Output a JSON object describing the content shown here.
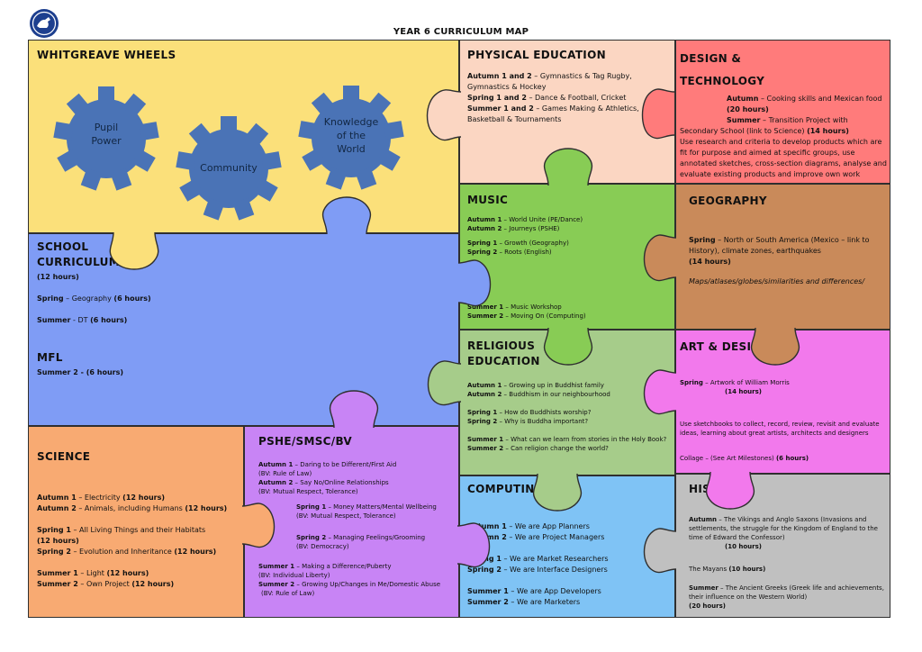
{
  "title": "YEAR 6 CURRICULUM MAP",
  "wheels": {
    "heading": "WHITGREAVE WHEELS",
    "gear1_line1": "Pupil",
    "gear1_line2": "Power",
    "gear2": "Community",
    "gear3_line1": "Knowledge",
    "gear3_line2": "of the",
    "gear3_line3": "World"
  },
  "pe": {
    "heading": "PHYSICAL EDUCATION",
    "l1_term": "Autumn 1 and 2",
    "l1_text": " – Gymnastics & Tag Rugby, Gymnastics & Hockey",
    "l2_term": "Spring 1 and 2",
    "l2_text": " – Dance & Football, Cricket",
    "l3_term": "Summer 1 and 2",
    "l3_text": " – Games Making & Athletics, Basketball & Tournaments"
  },
  "dt": {
    "heading1": "DESIGN &",
    "heading2": "TECHNOLOGY",
    "l1_term": "Autumn",
    "l1_text": " – Cooking skills and Mexican food",
    "l1_hours": "(20 hours)",
    "l2_term": "Summer",
    "l2_text": " – Transition Project with Secondary School (link to Science) ",
    "l2_hours": "(14 hours)",
    "l3_text": "Use research and criteria to develop products which are fit for purpose and aimed at specific groups, use annotated sketches, cross-section diagrams, analyse and evaluate existing products and improve own work"
  },
  "school": {
    "heading1": "SCHOOL",
    "heading2": "CURRICULUM",
    "hours": "(12 hours)",
    "spring_term": "Spring",
    "spring_text": " – Geography ",
    "spring_hours": "(6 hours)",
    "summer_term": "Summer",
    "summer_text": " - DT ",
    "summer_hours": "(6 hours)",
    "mfl_heading": "MFL",
    "mfl_text": "Summer 2 - (6 hours)"
  },
  "music": {
    "heading": "MUSIC",
    "a1_term": "Autumn 1",
    "a1_text": " – World Unite (PE/Dance)",
    "a2_term": "Autumn 2",
    "a2_text": " – Journeys (PSHE)",
    "s1_term": "Spring 1",
    "s1_text": " – Growth (Geography)",
    "s2_term": "Spring 2",
    "s2_text": " – Roots (English)",
    "su1_term": "Summer 1",
    "su1_text": " – Music Workshop",
    "su2_term": "Summer 2",
    "su2_text": " – Moving On (Computing)"
  },
  "geography": {
    "heading": "GEOGRAPHY",
    "term": "Spring",
    "text": " – North or South America (Mexico – link to History), climate zones, earthquakes",
    "hours": "(14 hours)",
    "note": "Maps/atlases/globes/similarities and differences/"
  },
  "re": {
    "heading1": "RELIGIOUS",
    "heading2": "EDUCATION",
    "a1_term": "Autumn 1",
    "a1_text": " – Growing up in Buddhist family",
    "a2_term": "Autumn 2",
    "a2_text": " – Buddhism in our neighbourhood",
    "s1_term": "Spring 1",
    "s1_text": " – How do Buddhists worship?",
    "s2_term": "Spring 2",
    "s2_text": " – Why is Buddha important?",
    "su1_term": "Summer 1",
    "su1_text": " – What can we learn from stories in the Holy Book?",
    "su2_term": "Summer 2",
    "su2_text": " – Can religion change the world?"
  },
  "art": {
    "heading": "ART & DESIGN",
    "term": "Spring",
    "text": " – Artwork of William Morris",
    "hours": "(14 hours)",
    "desc": "Use sketchbooks to collect, record, review, revisit and evaluate ideas, learning about great artists, architects and designers",
    "collage_text": "Collage – (See Art Milestones) ",
    "collage_hours": "(6 hours)"
  },
  "science": {
    "heading": "SCIENCE",
    "a1_term": "Autumn 1",
    "a1_text": " – Electricity ",
    "a1_hours": "(12 hours)",
    "a2_term": "Autumn 2",
    "a2_text": " – Animals, including Humans ",
    "a2_hours": "(12 hours)",
    "s1_term": "Spring 1",
    "s1_text": " – All Living Things and their Habitats",
    "s1_hours": "(12 hours)",
    "s2_term": "Spring 2",
    "s2_text": " – Evolution and Inheritance ",
    "s2_hours": "(12 hours)",
    "su1_term": "Summer 1",
    "su1_text": " – Light ",
    "su1_hours": "(12 hours)",
    "su2_term": "Summer 2",
    "su2_text": " – Own Project ",
    "su2_hours": "(12 hours)"
  },
  "pshe": {
    "heading": "PSHE/SMSC/BV",
    "a1_term": "Autumn 1",
    "a1_text": " – Daring to be Different/First Aid",
    "a1_bv": "(BV: Rule of Law)",
    "a2_term": "Autumn 2",
    "a2_text": " – Say No/Online Relationships",
    "a2_bv": "(BV: Mutual Respect, Tolerance)",
    "s1_term": "Spring 1",
    "s1_text": " – Money Matters/Mental Wellbeing",
    "s1_bv": "(BV: Mutual Respect, Tolerance)",
    "s2_term": "Spring 2",
    "s2_text": " – Managing Feelings/Grooming",
    "s2_bv": "(BV: Democracy)",
    "su1_term": "Summer 1",
    "su1_text": " – Making a Difference/Puberty",
    "su1_bv": "(BV: Individual Liberty)",
    "su2_term": "Summer 2",
    "su2_text": " – Growing Up/Changes in Me/Domestic Abuse",
    "su2_bv": "(BV: Rule of Law)"
  },
  "computing": {
    "heading": "COMPUTING",
    "a1_term": "Autumn 1",
    "a1_text": " – We are App Planners",
    "a2_term": "Autumn 2",
    "a2_text": " – We are Project Managers",
    "s1_term": "Spring 1",
    "s1_text": " – We are Market Researchers",
    "s2_term": "Spring 2",
    "s2_text": " – We are Interface Designers",
    "su1_term": "Summer 1",
    "su1_text": " – We are App Developers",
    "su2_term": "Summer 2",
    "su2_text": " – We are Marketers"
  },
  "history": {
    "heading": "HISTORY",
    "a_term": "Autumn",
    "a_text": " – The Vikings and Anglo Saxons (Invasions and settlements, the struggle for the Kingdom of England to the time of Edward the Confessor)",
    "a_hours": "(10 hours)",
    "mayans": "The Mayans ",
    "mayans_hours": "(10 hours)",
    "su_term": "Summer",
    "su_text": " – The Ancient Greeks (Greek life and achievements, their influence on the Western World)",
    "su_hours": "(20 hours)"
  },
  "colors": {
    "wheels": "#fbe07a",
    "pe": "#fbd6c2",
    "dt": "#ff7b7b",
    "school": "#7f9cf5",
    "music": "#88cc55",
    "geography": "#c98a5a",
    "re": "#a6cc8a",
    "art": "#f279ec",
    "science": "#f8aa72",
    "pshe": "#c884f5",
    "computing": "#7fc3f5",
    "history": "#c0c0c0",
    "gear": "#4a73b6"
  }
}
